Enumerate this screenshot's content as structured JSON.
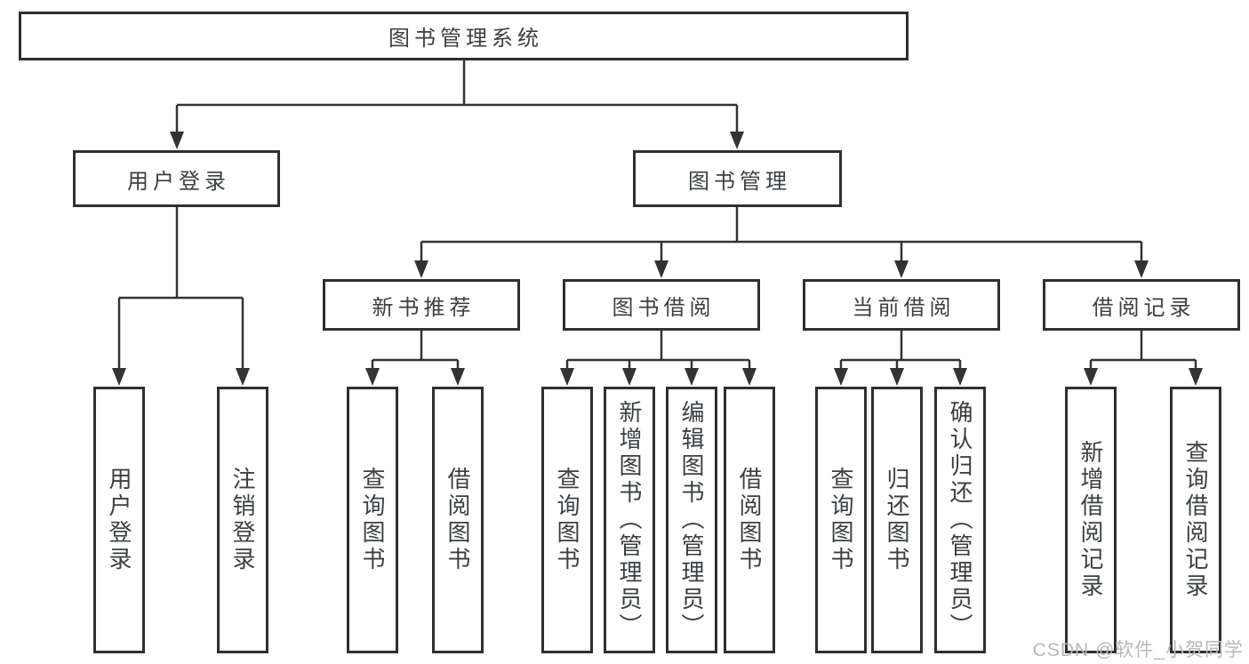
{
  "diagram": {
    "title": "图书管理系统",
    "nodes": {
      "root": {
        "label": "图书管理系统"
      },
      "user_login": {
        "label": "用户登录"
      },
      "book_mgmt": {
        "label": "图书管理"
      },
      "new_book_rec": {
        "label": "新书推荐"
      },
      "book_borrow": {
        "label": "图书借阅"
      },
      "current_borrow": {
        "label": "当前借阅"
      },
      "borrow_records": {
        "label": "借阅记录"
      },
      "leaf_user_login": {
        "label": "用户登录"
      },
      "leaf_logout": {
        "label": "注销登录"
      },
      "leaf_nb_query": {
        "label": "查询图书"
      },
      "leaf_nb_borrow": {
        "label": "借阅图书"
      },
      "leaf_bb_query": {
        "label": "查询图书"
      },
      "leaf_bb_add": {
        "label": "新增图书（管理员）"
      },
      "leaf_bb_edit": {
        "label": "编辑图书（管理员）"
      },
      "leaf_bb_borrow": {
        "label": "借阅图书"
      },
      "leaf_cb_query": {
        "label": "查询图书"
      },
      "leaf_cb_return": {
        "label": "归还图书"
      },
      "leaf_cb_confirm": {
        "label": "确认归还（管理员）"
      },
      "leaf_br_add": {
        "label": "新增借阅记录"
      },
      "leaf_br_query": {
        "label": "查询借阅记录"
      }
    },
    "hierarchy": [
      {
        "parent": "图书管理系统",
        "children": [
          "用户登录",
          "图书管理"
        ]
      },
      {
        "parent": "用户登录",
        "children": [
          "用户登录",
          "注销登录"
        ]
      },
      {
        "parent": "图书管理",
        "children": [
          "新书推荐",
          "图书借阅",
          "当前借阅",
          "借阅记录"
        ]
      },
      {
        "parent": "新书推荐",
        "children": [
          "查询图书",
          "借阅图书"
        ]
      },
      {
        "parent": "图书借阅",
        "children": [
          "查询图书",
          "新增图书（管理员）",
          "编辑图书（管理员）",
          "借阅图书"
        ]
      },
      {
        "parent": "当前借阅",
        "children": [
          "查询图书",
          "归还图书",
          "确认归还（管理员）"
        ]
      },
      {
        "parent": "借阅记录",
        "children": [
          "新增借阅记录",
          "查询借阅记录"
        ]
      }
    ],
    "colors": {
      "line": "#333333",
      "text": "#3c4043",
      "box_background": "#ffffff",
      "watermark": "#b8b8b8"
    },
    "watermark": {
      "text": "CSDN @软件_小贺同学"
    }
  }
}
